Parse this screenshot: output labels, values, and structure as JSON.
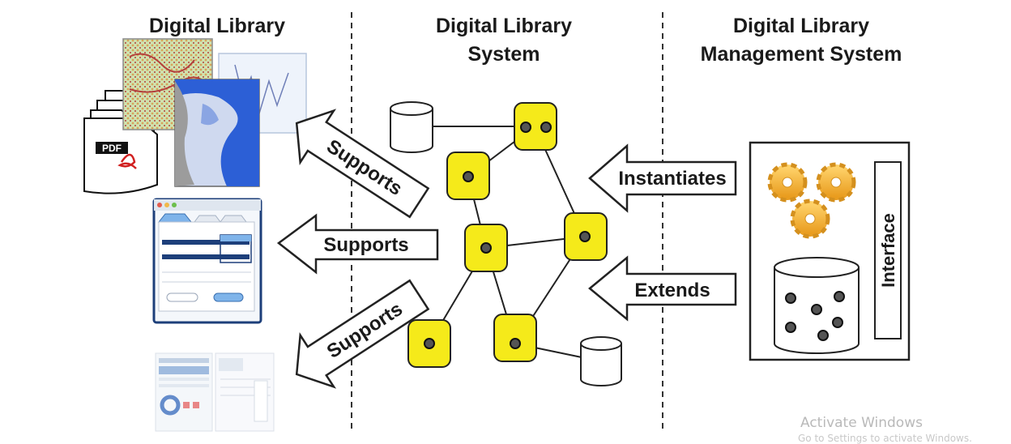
{
  "columns": {
    "left": {
      "title": "Digital Library"
    },
    "middle": {
      "title_line1": "Digital Library",
      "title_line2": "System"
    },
    "right": {
      "title_line1": "Digital Library",
      "title_line2": "Management System"
    }
  },
  "arrows": {
    "supports_top": "Supports",
    "supports_middle": "Supports",
    "supports_bottom": "Supports",
    "instantiates": "Instantiates",
    "extends": "Extends"
  },
  "document_icon": {
    "label": "PDF"
  },
  "dlms_box": {
    "interface_label": "Interface"
  },
  "colors": {
    "node_fill": "#f5ea1a",
    "node_stroke": "#222222",
    "gear": "#f2b02a",
    "map_blue": "#2c5fd6"
  },
  "watermark": {
    "line1": "Activate Windows",
    "line2": "Go to Settings to activate Windows."
  }
}
